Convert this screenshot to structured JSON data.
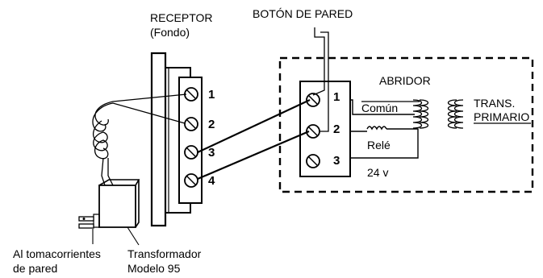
{
  "labels": {
    "receptor": "RECEPTOR",
    "receptor_sub": "(Fondo)",
    "wall_button": "BOTÓN DE PARED",
    "opener": "ABRIDOR",
    "common": "Común",
    "relay": "Relé",
    "voltage": "24 v",
    "trans_line1": "TRANS.",
    "trans_line2": "PRIMARIO",
    "outlet_line1": "Al tomacorrientes",
    "outlet_line2": "de pared",
    "transformer_line1": "Transformador",
    "transformer_line2": "Modelo 95"
  },
  "receiver_terminals": [
    "1",
    "2",
    "3",
    "4"
  ],
  "opener_terminals": [
    "1",
    "2",
    "3"
  ]
}
